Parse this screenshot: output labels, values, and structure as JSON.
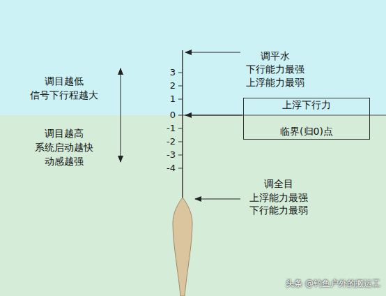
{
  "diagram": {
    "nodes": [
      {
        "text": [
          "上浮下行力",
          "临界(归0)点"
        ]
      }
    ],
    "labels": [
      "调平水",
      "下行能力最强",
      "上浮能力最弱",
      "调目越低",
      "信号下行程越大",
      "调目越高",
      "系统启动越快",
      "动感越强",
      "3",
      "2",
      "1",
      "0",
      "-1",
      "-2",
      "-3",
      "-4",
      "调全目",
      "上浮能力最强",
      "下行能力最弱",
      "头条 @钓鱼户外的搬运工"
    ]
  }
}
